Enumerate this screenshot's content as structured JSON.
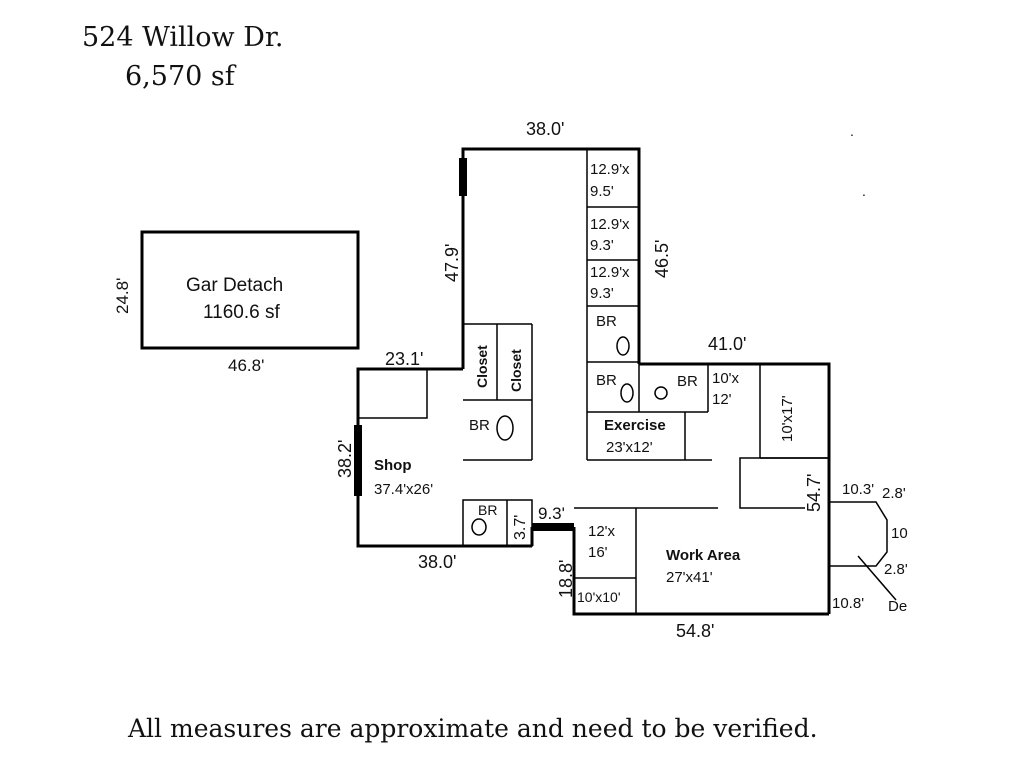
{
  "header": {
    "address": "524 Willow Dr.",
    "area": "6,570 sf"
  },
  "footer": {
    "note": "All measures are approximate and need to be verified."
  },
  "garage": {
    "name": "Gar Detach",
    "area": "1160.6 sf",
    "dim_side": "24.8'",
    "dim_bottom": "46.8'"
  },
  "dimensions": {
    "top": "38.0'",
    "left_tall": "47.9'",
    "right_tall": "46.5'",
    "right_wing_top": "41.0'",
    "shop_top": "23.1'",
    "shop_left": "38.2'",
    "shop_bottom": "38.0'",
    "br_small": "3.7'",
    "connector": "9.3'",
    "work_left": "18.8'",
    "right_side": "54.7'",
    "bottom": "54.8'",
    "bay_top": "10.3'",
    "bay_a": "2.8'",
    "bay_mid": "10",
    "bay_b": "2.8'",
    "bay_bottom": "10.8'",
    "deck_label": "De"
  },
  "rooms": {
    "room1_line1": "12.9'x",
    "room1_line2": "9.5'",
    "room2_line1": "12.9'x",
    "room2_line2": "9.3'",
    "room3_line1": "12.9'x",
    "room3_line2": "9.3'",
    "br": "BR",
    "closet": "Closet",
    "room_10x12_line1": "10'x",
    "room_10x12_line2": "12'",
    "room_10x17": "10'x17'",
    "exercise_name": "Exercise",
    "exercise_dim": "23'x12'",
    "shop_name": "Shop",
    "shop_dim": "37.4'x26'",
    "room_12x16_line1": "12'x",
    "room_12x16_line2": "16'",
    "work_name": "Work Area",
    "work_dim": "27'x41'",
    "room_10x10": "10'x10'"
  }
}
